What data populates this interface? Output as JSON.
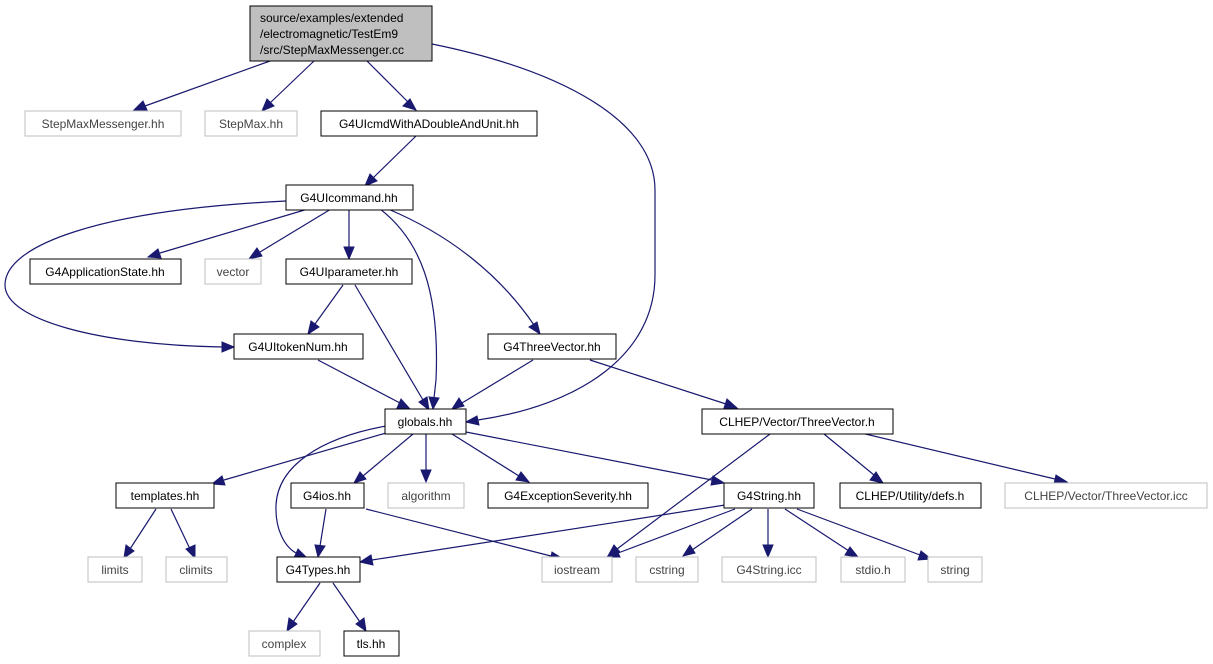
{
  "graph": {
    "root": {
      "line1": "source/examples/extended",
      "line2": "/electromagnetic/TestEm9",
      "line3": "/src/StepMaxMessenger.cc"
    },
    "nodes": {
      "stepmaxmessenger_hh": "StepMaxMessenger.hh",
      "stepmax_hh": "StepMax.hh",
      "g4uicmdwithadoubleandunit_hh": "G4UIcmdWithADoubleAndUnit.hh",
      "g4uicommand_hh": "G4UIcommand.hh",
      "g4applicationstate_hh": "G4ApplicationState.hh",
      "vector": "vector",
      "g4uiparameter_hh": "G4UIparameter.hh",
      "g4uitokennum_hh": "G4UItokenNum.hh",
      "g4threevector_hh": "G4ThreeVector.hh",
      "globals_hh": "globals.hh",
      "clhep_vector_threevector_h": "CLHEP/Vector/ThreeVector.h",
      "templates_hh": "templates.hh",
      "g4ios_hh": "G4ios.hh",
      "algorithm": "algorithm",
      "g4exceptionseverity_hh": "G4ExceptionSeverity.hh",
      "g4string_hh": "G4String.hh",
      "clhep_utility_defs_h": "CLHEP/Utility/defs.h",
      "clhep_vector_threevector_icc": "CLHEP/Vector/ThreeVector.icc",
      "limits": "limits",
      "climits": "climits",
      "g4types_hh": "G4Types.hh",
      "iostream": "iostream",
      "cstring": "cstring",
      "g4string_icc": "G4String.icc",
      "stdio_h": "stdio.h",
      "string": "string",
      "complex": "complex",
      "tls_hh": "tls.hh"
    }
  },
  "colors": {
    "edge": "#191970",
    "node_border": "#000000",
    "external_border": "#bfbfbf",
    "root_fill": "#bfbfbf"
  }
}
